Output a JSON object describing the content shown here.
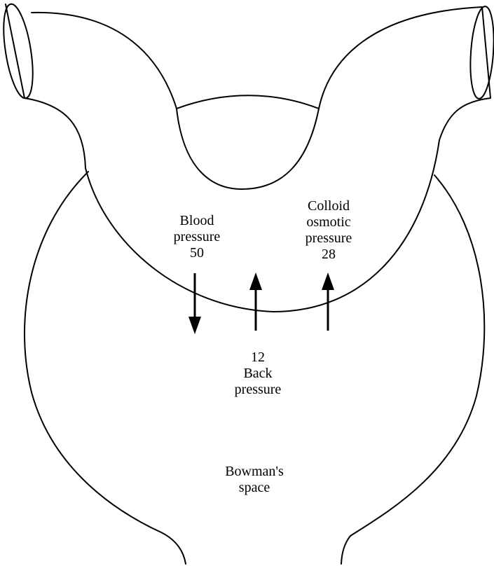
{
  "labels": {
    "blood_pressure": {
      "line1": "Blood",
      "line2": "pressure",
      "value": "50"
    },
    "colloid_osmotic_pressure": {
      "line1": "Colloid",
      "line2": "osmotic",
      "line3": "pressure",
      "value": "28"
    },
    "back_pressure": {
      "value": "12",
      "line1": "Back",
      "line2": "pressure"
    },
    "bowmans_space": {
      "line1": "Bowman's",
      "line2": "space"
    }
  },
  "arrows": {
    "blood_pressure_direction": "down",
    "back_pressure_direction": "up",
    "colloid_osmotic_pressure_direction": "up"
  },
  "colors": {
    "line": "#000000",
    "background": "#ffffff"
  }
}
